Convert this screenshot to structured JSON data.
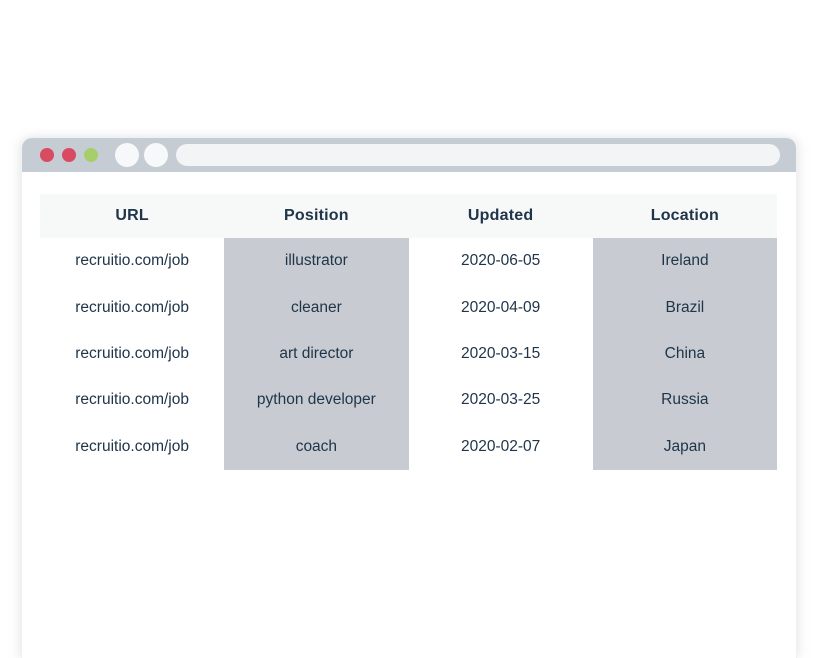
{
  "window": {
    "traffic_lights": [
      {
        "name": "traffic-light-red-icon",
        "color": "#d84b60"
      },
      {
        "name": "traffic-light-red-icon",
        "color": "#d84b60"
      },
      {
        "name": "traffic-light-green-icon",
        "color": "#a6cf6b"
      }
    ],
    "address_bar": {
      "value": "",
      "placeholder": ""
    }
  },
  "table": {
    "columns": [
      {
        "label": "URL",
        "shaded": false
      },
      {
        "label": "Position",
        "shaded": true
      },
      {
        "label": "Updated",
        "shaded": false
      },
      {
        "label": "Location",
        "shaded": true
      }
    ],
    "rows": [
      {
        "url": "recruitio.com/job",
        "position": "illustrator",
        "updated": "2020-06-05",
        "location": "Ireland"
      },
      {
        "url": "recruitio.com/job",
        "position": "cleaner",
        "updated": "2020-04-09",
        "location": "Brazil"
      },
      {
        "url": "recruitio.com/job",
        "position": "art director",
        "updated": "2020-03-15",
        "location": "China"
      },
      {
        "url": "recruitio.com/job",
        "position": "python developer",
        "updated": "2020-03-25",
        "location": "Russia"
      },
      {
        "url": "recruitio.com/job",
        "position": "coach",
        "updated": "2020-02-07",
        "location": "Japan"
      }
    ]
  },
  "colors": {
    "chrome_bar": "#c5ccd3",
    "header_background": "#f7f8f8",
    "shaded_column": "#c8ccd2",
    "text": "#20354a",
    "dot_red": "#d84b60",
    "dot_green": "#a6cf6b",
    "address_bar_background": "#f2f4f5"
  }
}
